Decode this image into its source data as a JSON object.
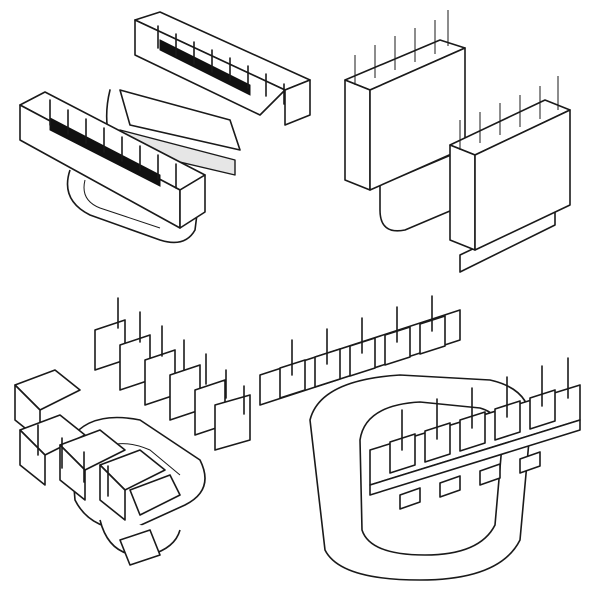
{
  "figure": {
    "panels": [
      {
        "id": "bobbin-horizontal-16pin",
        "style": "line-drawing-shaded"
      },
      {
        "id": "bobbin-vertical-dual-row",
        "style": "line-drawing-thin"
      },
      {
        "id": "bobbin-angled-pins",
        "style": "line-drawing-bold"
      },
      {
        "id": "bobbin-open-frame",
        "style": "line-drawing-bold"
      }
    ],
    "colors": {
      "ink": "#1a1a1a",
      "paper": "#ffffff",
      "shade": "#e6e6e6"
    }
  }
}
